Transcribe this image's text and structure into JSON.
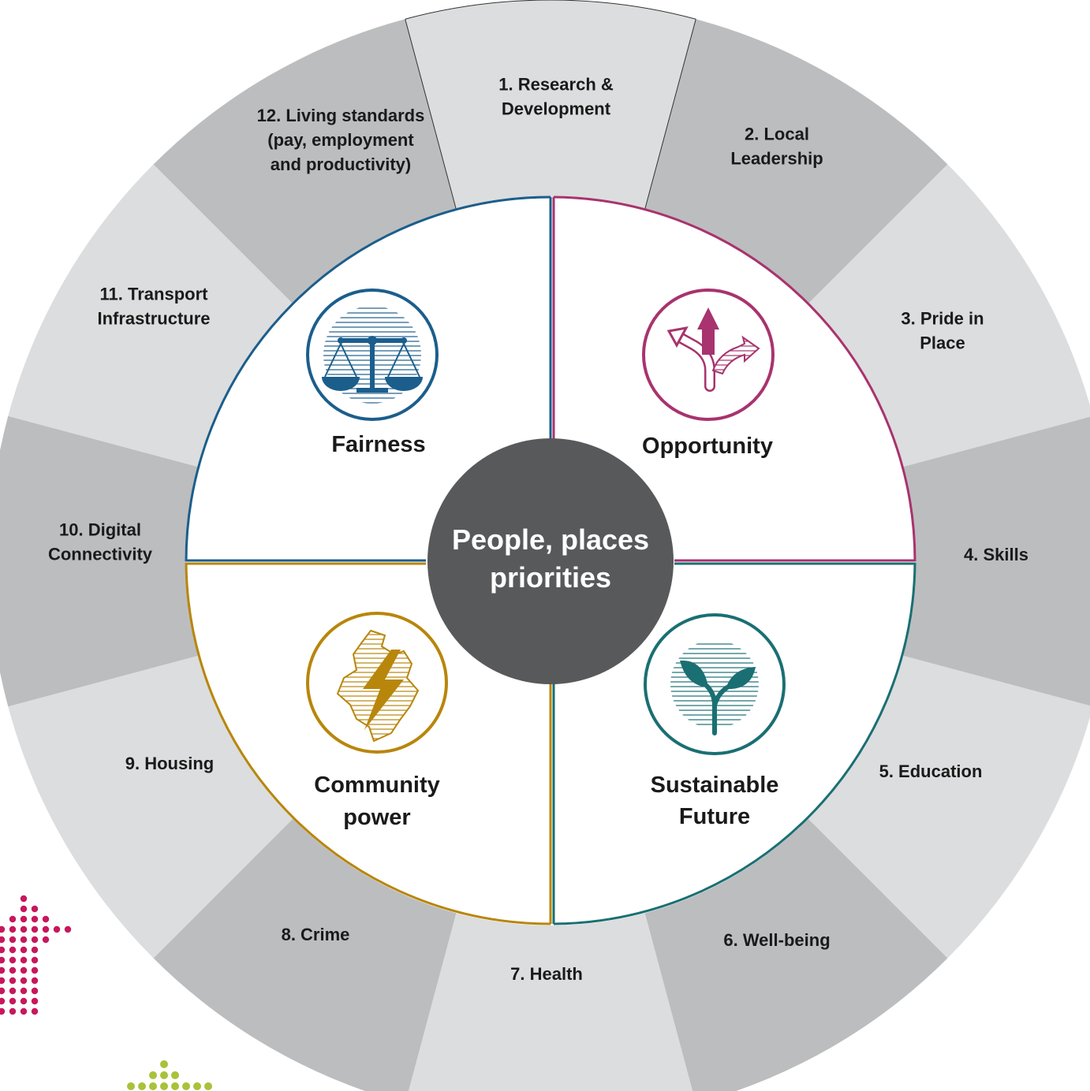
{
  "center": {
    "line1": "People, places",
    "line2": "priorities"
  },
  "quadrants": [
    {
      "id": "fairness",
      "lines": [
        "Fairness"
      ],
      "color": "#1b5e8c",
      "icon": "scales-icon"
    },
    {
      "id": "opportunity",
      "lines": [
        "Opportunity"
      ],
      "color": "#a8336e",
      "icon": "branching-arrows-icon"
    },
    {
      "id": "sustainable-future",
      "lines": [
        "Sustainable",
        "Future"
      ],
      "color": "#1a6f73",
      "icon": "seedling-icon"
    },
    {
      "id": "community-power",
      "lines": [
        "Community",
        "power"
      ],
      "color": "#b8860b",
      "icon": "lightning-map-icon"
    }
  ],
  "segments": [
    {
      "n": 1,
      "lines": [
        "1. Research &",
        "Development"
      ]
    },
    {
      "n": 2,
      "lines": [
        "2.  Local",
        "Leadership"
      ]
    },
    {
      "n": 3,
      "lines": [
        "3. Pride in",
        "Place"
      ]
    },
    {
      "n": 4,
      "lines": [
        "4. Skills"
      ]
    },
    {
      "n": 5,
      "lines": [
        "5. Education"
      ]
    },
    {
      "n": 6,
      "lines": [
        "6. Well-being"
      ]
    },
    {
      "n": 7,
      "lines": [
        "7. Health"
      ]
    },
    {
      "n": 8,
      "lines": [
        "8. Crime"
      ]
    },
    {
      "n": 9,
      "lines": [
        "9. Housing"
      ]
    },
    {
      "n": 10,
      "lines": [
        "10. Digital",
        "Connectivity"
      ]
    },
    {
      "n": 11,
      "lines": [
        "11. Transport",
        "Infrastructure"
      ]
    },
    {
      "n": 12,
      "lines": [
        "12. Living standards",
        "(pay, employment",
        "and productivity)"
      ]
    }
  ],
  "colors": {
    "segment_light": "#dcddde",
    "segment_dark": "#bcbdbf",
    "center_fill": "#58595b",
    "dots_pink": "#c8175d",
    "dots_green": "#a8c23a"
  }
}
